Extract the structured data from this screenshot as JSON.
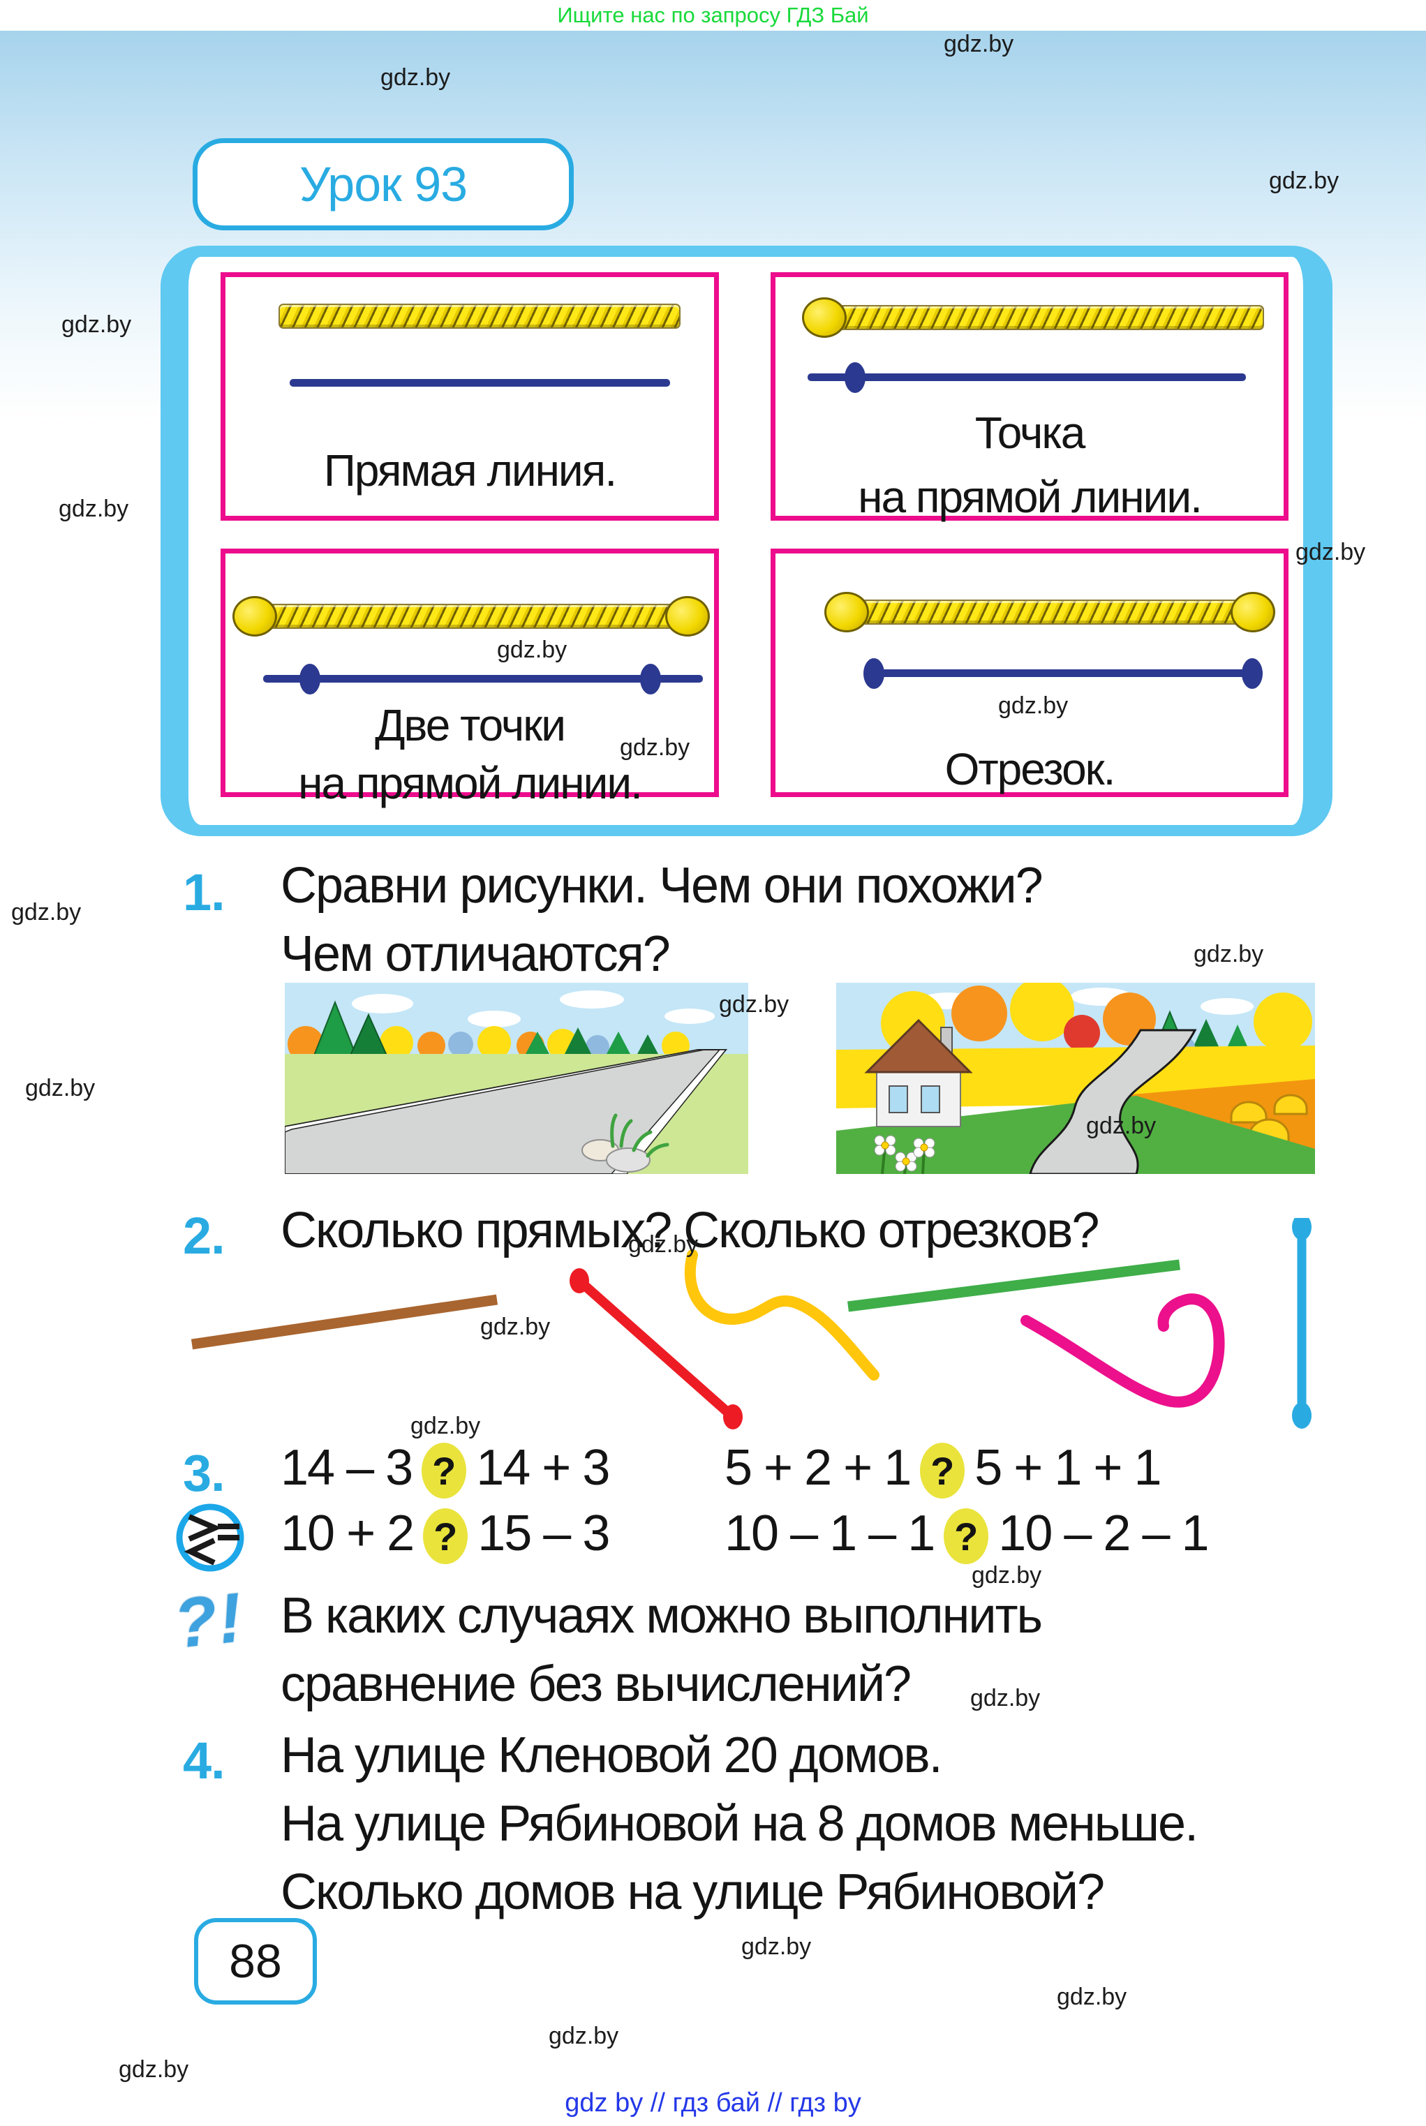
{
  "banner": {
    "text": "Ищите нас по запросу ГДЗ Бай"
  },
  "watermark": "gdz.by",
  "lesson": {
    "title": "Урок 93"
  },
  "cards": {
    "straight_line": {
      "label": "Прямая линия."
    },
    "point_on_line": {
      "line1": "Точка",
      "line2": "на прямой линии."
    },
    "two_points": {
      "line1": "Две точки",
      "line2": "на прямой линии."
    },
    "segment": {
      "label": "Отрезок."
    }
  },
  "tasks": {
    "t1": {
      "number": "1.",
      "line1": "Сравни рисунки. Чем они похожи?",
      "line2": "Чем отличаются?"
    },
    "t2": {
      "number": "2.",
      "text": "Сколько прямых? Сколько отрезков?"
    },
    "t3": {
      "number": "3.",
      "q_mark": "?",
      "row1": {
        "a": "14 – 3",
        "b": "14 + 3",
        "c": "5 + 2 + 1",
        "d": "5 + 1 + 1"
      },
      "row2": {
        "a": "10 + 2",
        "b": "15 – 3",
        "c": "10 – 1 – 1",
        "d": "10 – 2 – 1"
      },
      "question_line1": "В каких случаях можно выполнить",
      "question_line2": "сравнение без вычислений?"
    },
    "t4": {
      "number": "4.",
      "line1": "На улице Кленовой 20 домов.",
      "line2": "На улице Рябиновой на 8 домов меньше.",
      "line3": "Сколько домов на улице Рябиновой?"
    }
  },
  "page_number": "88",
  "footer": {
    "text": "gdz by  //  гдз бай  //  гдз by"
  },
  "icons": {
    "compare_sign_icon": "><=",
    "question_exclamation_icon": "?!"
  },
  "colors": {
    "accent_blue": "#29abe2",
    "container_blue": "#5fc9f1",
    "magenta": "#ec0c8c",
    "navy": "#2b3990",
    "banner_green": "#18d93a",
    "footer_blue": "#2438e8",
    "question_oval_yellow": "#e9e33c"
  }
}
